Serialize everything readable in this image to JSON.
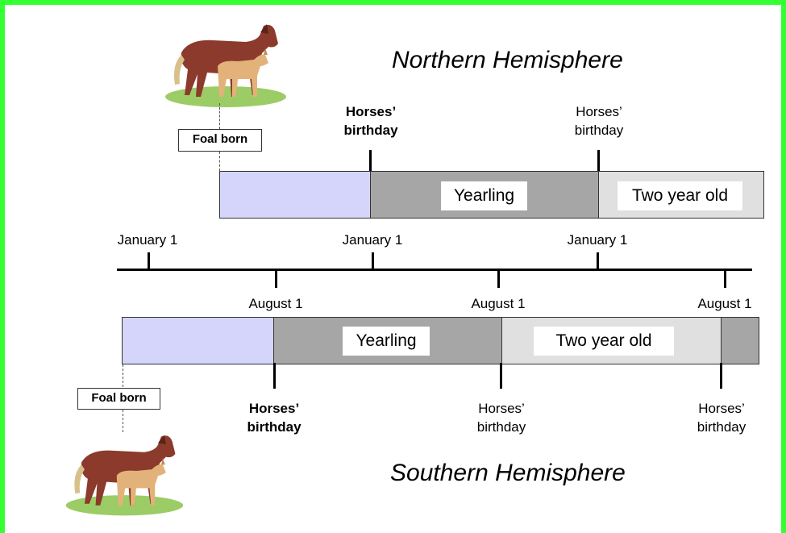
{
  "colors": {
    "frame": "#33ff33",
    "foal_period": "#d5d5fb",
    "yearling": "#a6a6a6",
    "two_year_old": "#e0e0e0",
    "bar_border": "#333333"
  },
  "northern": {
    "title": "Northern Hemisphere",
    "foal_born": "Foal born",
    "yearling": "Yearling",
    "two_year_old": "Two year old",
    "birthday_bold": [
      "Horses’",
      "birthday"
    ],
    "birthday_plain": [
      "Horses’",
      "birthday"
    ]
  },
  "timeline": {
    "top_labels": [
      "January 1",
      "January 1",
      "January 1"
    ],
    "bottom_labels": [
      "August 1",
      "August 1",
      "August 1"
    ]
  },
  "southern": {
    "title": "Southern Hemisphere",
    "foal_born": "Foal born",
    "yearling": "Yearling",
    "two_year_old": "Two year old",
    "birthday_bold": [
      "Horses’",
      "birthday"
    ],
    "birthday_plain_1": [
      "Horses’",
      "birthday"
    ],
    "birthday_plain_2": [
      "Horses’",
      "birthday"
    ]
  }
}
